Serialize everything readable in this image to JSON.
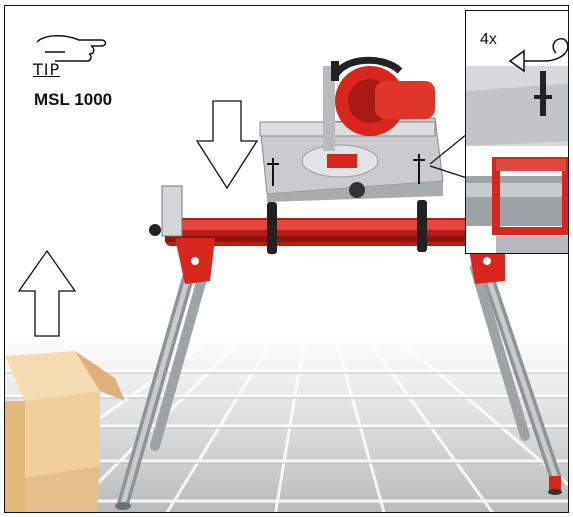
{
  "tip": {
    "label": "TIP",
    "model": "MSL 1000",
    "icon": "pointing-hand-icon"
  },
  "inset": {
    "count_label": "4x",
    "icon": "rotate-arrow-icon"
  },
  "colors": {
    "stand_red": "#d9261c",
    "leg_gray": "#9ea3a7",
    "floor_tile": "#dcdcdc",
    "box_tan": "#e9c894"
  }
}
